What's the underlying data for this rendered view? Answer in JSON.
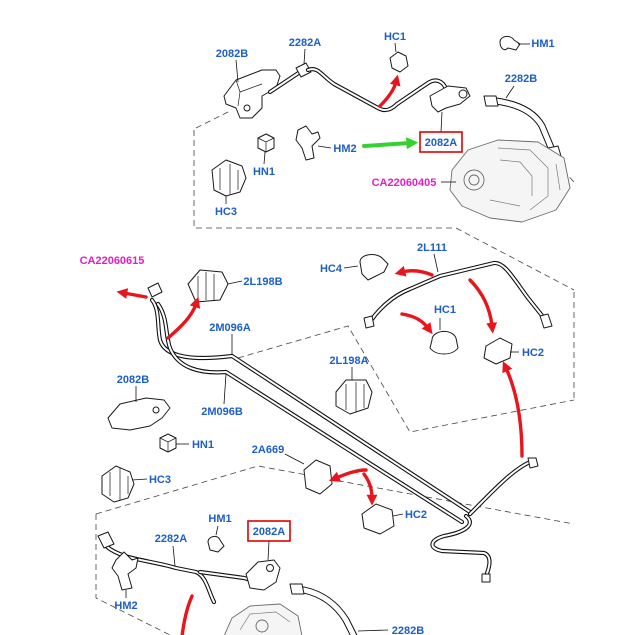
{
  "callouts": {
    "top": [
      "2082B",
      "2282A",
      "HC1",
      "HM1",
      "2282B",
      "HM2",
      "2082A",
      "HN1",
      "HC3"
    ],
    "middle": [
      "2L111",
      "HC4",
      "2L198B",
      "HC1",
      "2M096A",
      "HC2",
      "2L198A",
      "2082B",
      "2M096B",
      "HN1",
      "2A669",
      "HC3",
      "HC2"
    ],
    "bottom": [
      "HM1",
      "2082A",
      "2282A",
      "HM2",
      "2282B"
    ]
  },
  "references": [
    "CA22060405",
    "CA22060615"
  ],
  "colors": {
    "callout_text": "#1d5fc7",
    "reference_text": "#e31ec4",
    "red_arrow": "#e8161c",
    "green_arrow": "#35d12f",
    "highlight_box": "#e00000"
  }
}
